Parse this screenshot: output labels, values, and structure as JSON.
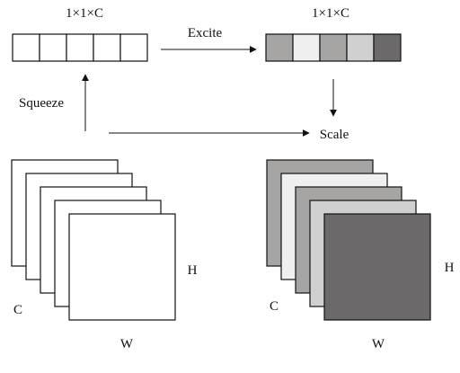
{
  "labels": {
    "left_vector_dim": "1×1×C",
    "right_vector_dim": "1×1×C",
    "excite": "Excite",
    "squeeze": "Squeeze",
    "scale": "Scale",
    "left_h": "H",
    "left_c": "C",
    "left_w": "W",
    "right_h": "H",
    "right_c": "C",
    "right_w": "W"
  },
  "left_vector_cells": [
    "#ffffff",
    "#ffffff",
    "#ffffff",
    "#ffffff",
    "#ffffff"
  ],
  "right_vector_cells": [
    "#a7a5a4",
    "#f0f0f0",
    "#a7a5a4",
    "#d0d0d0",
    "#6b6969"
  ],
  "left_stack_fills": [
    "#ffffff",
    "#ffffff",
    "#ffffff",
    "#ffffff",
    "#ffffff"
  ],
  "right_stack_fills": [
    "#a7a5a4",
    "#f0f0f0",
    "#a7a5a4",
    "#d0d0d0",
    "#6b6969"
  ],
  "colors": {
    "stroke": "#111111",
    "background": "#ffffff"
  }
}
